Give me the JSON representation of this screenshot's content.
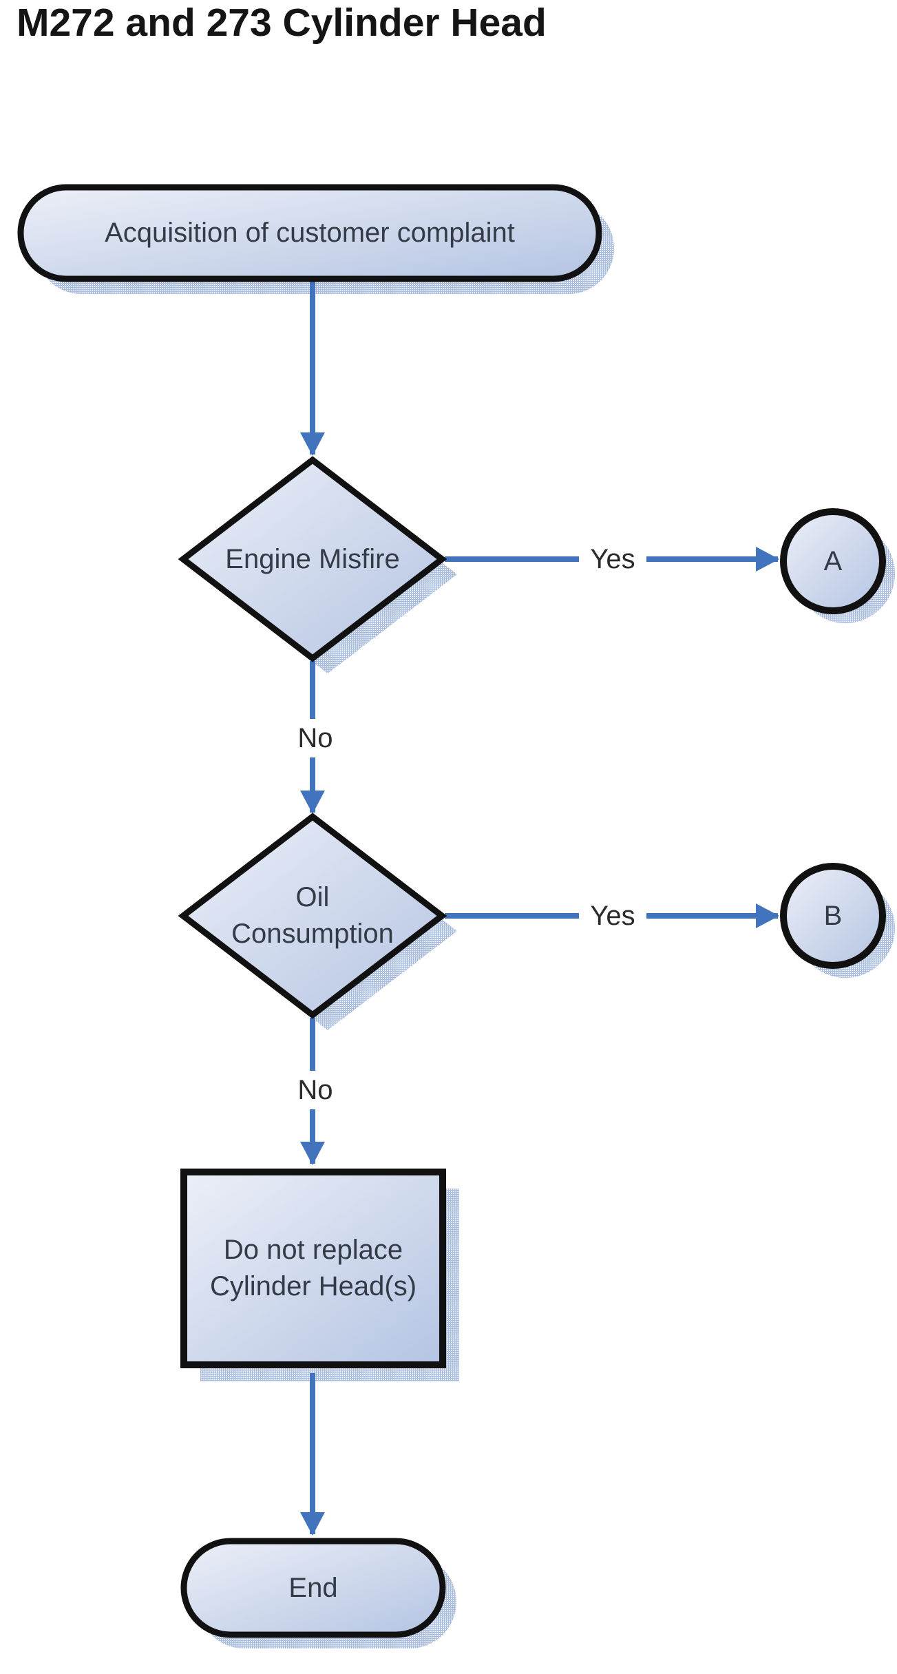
{
  "title": "M272 and 273 Cylinder Head",
  "nodes": {
    "start": {
      "type": "terminator",
      "label": "Acquisition of customer complaint"
    },
    "decision1": {
      "type": "decision",
      "label": "Engine Misfire"
    },
    "connector_a": {
      "type": "connector",
      "label": "A"
    },
    "decision2": {
      "type": "decision",
      "label": "Oil Consumption"
    },
    "connector_b": {
      "type": "connector",
      "label": "B"
    },
    "process": {
      "type": "process",
      "label": "Do not replace Cylinder Head(s)"
    },
    "end": {
      "type": "terminator",
      "label": "End"
    }
  },
  "edges": {
    "decision1_yes": "Yes",
    "decision1_no": "No",
    "decision2_yes": "Yes",
    "decision2_no": "No"
  },
  "colors": {
    "arrow": "#4274bd",
    "node_border": "#111111",
    "node_fill_light": "#eceff7",
    "node_fill_dark": "#b5c4e3",
    "shadow_hatch": "#a8bcdf",
    "node_text": "#333b47",
    "title_text": "#151515"
  }
}
